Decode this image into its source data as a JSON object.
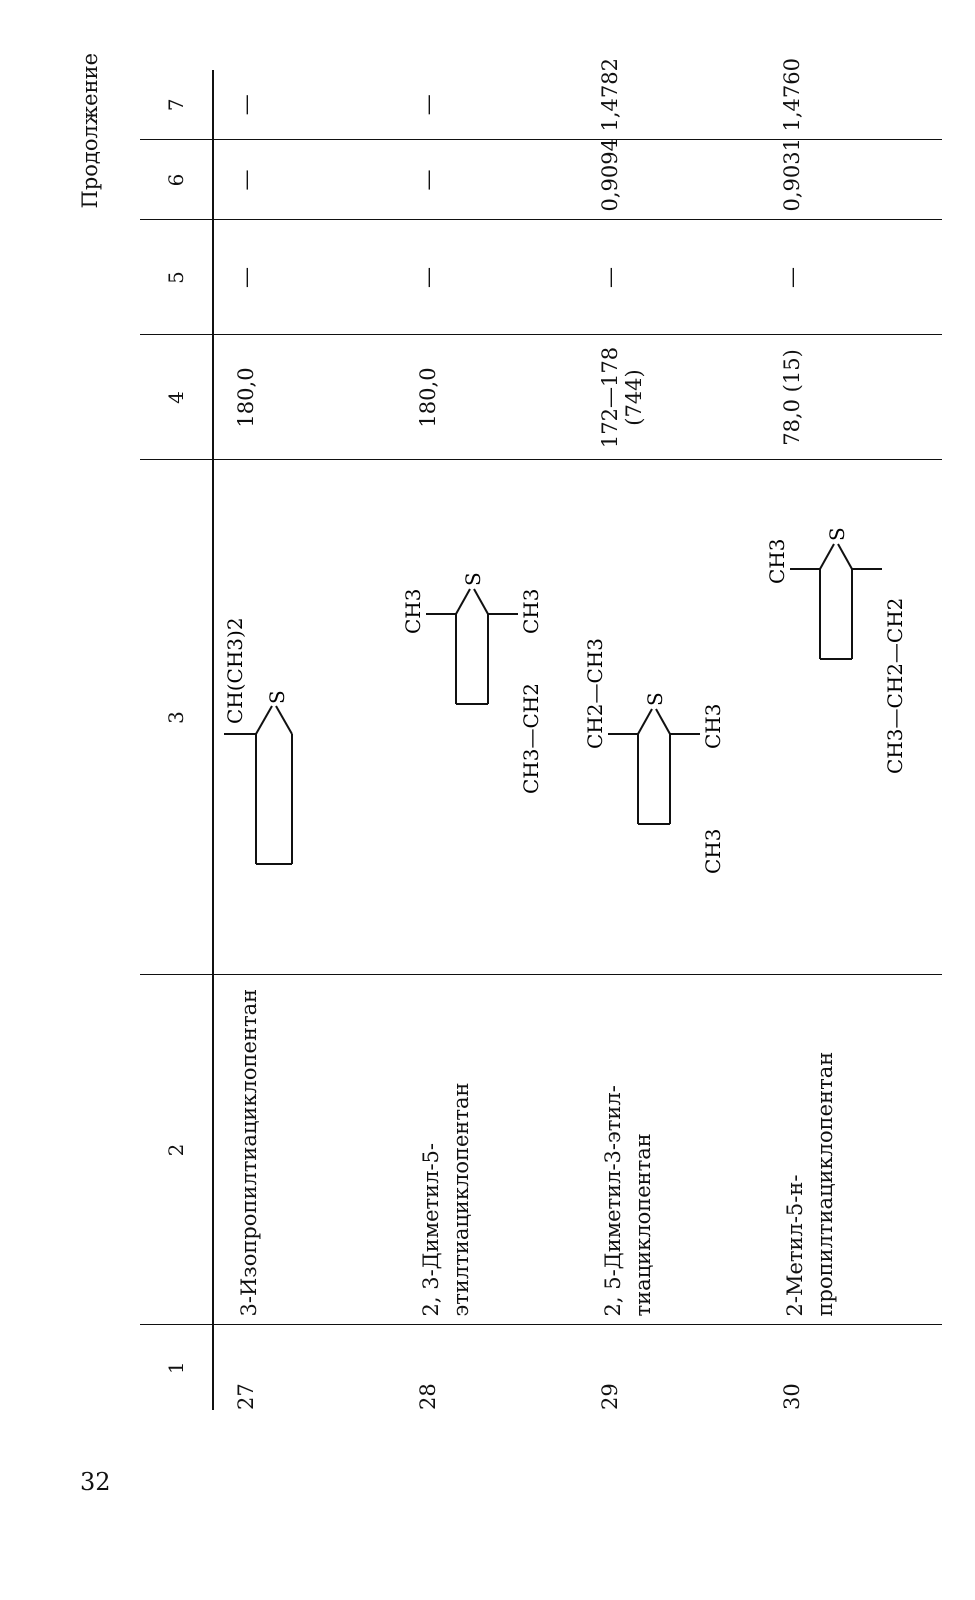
{
  "page_number": "32",
  "continuation_label": "Продолжение",
  "columns": [
    "1",
    "2",
    "3",
    "4",
    "5",
    "6",
    "7"
  ],
  "rows": [
    {
      "num": "27",
      "name": "3-Изопропилтиациклопентан",
      "col4": "180,0",
      "col5": "—",
      "col6": "—",
      "col7": "—",
      "formula_labels": {
        "sub": "CH(CH3)2",
        "s": "S"
      }
    },
    {
      "num": "28",
      "name": "2, 3-Диметил-5-этилтиациклопентан",
      "col4": "180,0",
      "col5": "—",
      "col6": "—",
      "col7": "—",
      "formula_labels": {
        "a": "CH3",
        "b": "CH3",
        "c": "CH3—CH2",
        "s": "S"
      }
    },
    {
      "num": "29",
      "name": "2, 5-Диметил-3-этил-тиациклопентан",
      "col4": "172—178 (744)",
      "col5": "—",
      "col6": "0,9094",
      "col7": "1,4782",
      "formula_labels": {
        "a": "CH2—CH3",
        "b": "CH3",
        "c": "CH3",
        "s": "S"
      }
    },
    {
      "num": "30",
      "name": "2-Метил-5-н-пропилтиациклопентан",
      "col4": "78,0 (15)",
      "col5": "—",
      "col6": "0,9031",
      "col7": "1,4760",
      "formula_labels": {
        "a": "CH3",
        "c": "CH3—CH2—CH2",
        "s": "S"
      }
    }
  ]
}
